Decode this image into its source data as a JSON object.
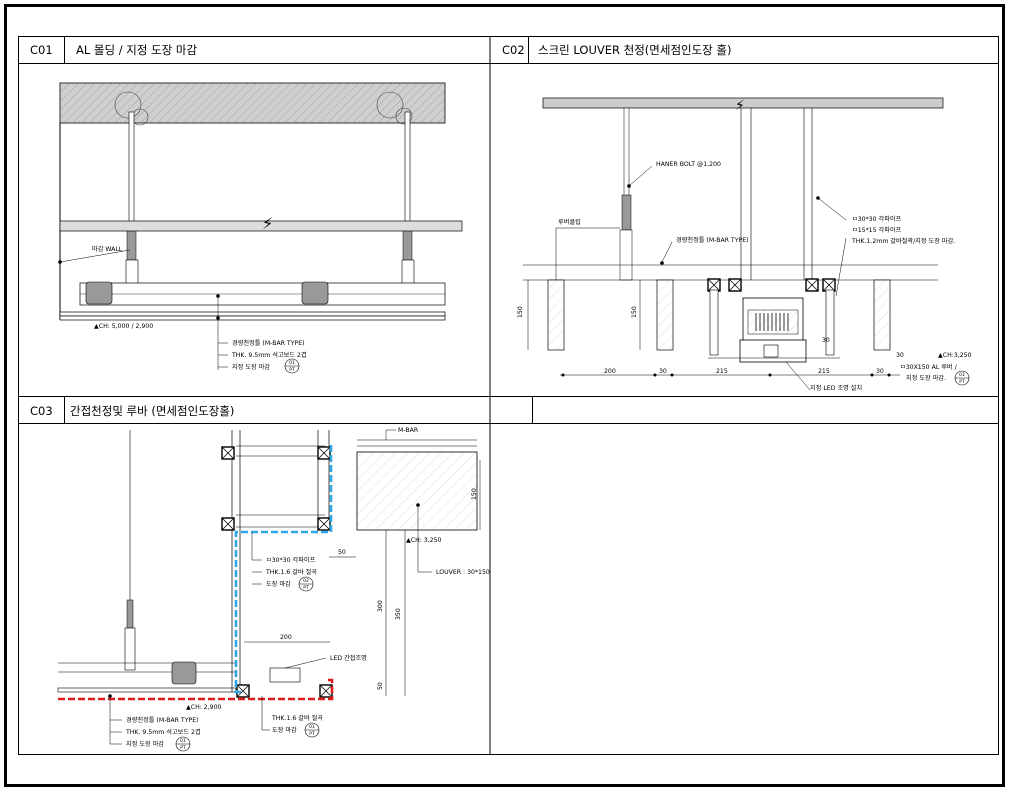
{
  "panels": {
    "c01": {
      "code": "C01",
      "title": "AL 몰딩 / 지정 도장 마감"
    },
    "c02": {
      "code": "C02",
      "title": "스크린 LOUVER 천정(면세점인도장 홀)"
    },
    "c03": {
      "code": "C03",
      "title": "간접천정및 루바 (면세점인도장홀)"
    }
  },
  "c01_labels": {
    "wall": "마감 WALL",
    "ch": "▲CH: 5,000 / 2,900",
    "mbar": "경량천정틀 (M-BAR TYPE)",
    "board": "THK. 9.5mm 석고보드 2겹",
    "paint": "지정 도장 마감",
    "tag_top": "01",
    "tag_bot": "PT"
  },
  "c02_labels": {
    "bolt": "HANER BOLT @1,200",
    "clip": "루버클립",
    "mbar": "경량천정틀 (M-BAR TYPE)",
    "pipe30": "ㅁ30*30 각파이프",
    "pipe15": "ㅁ15*15 각파이프",
    "steel": "THK.1.2mm 갈바철곽/지정 도장 마감.",
    "led": "지정 LED 조명 설치",
    "ch": "▲CH:3,250",
    "louver": "ㅁ30X150 AL 루버 /",
    "paint": "지정 도장 마감.",
    "tag_top": "01",
    "tag_bot": "PT",
    "dims": {
      "h150a": "150",
      "h150b": "150",
      "w200": "200",
      "w30a": "30",
      "w215a": "215",
      "w215b": "215",
      "w30b": "30",
      "w30c": "30",
      "w30d": "30"
    }
  },
  "c03_labels": {
    "mbar_top": "M-BAR",
    "pipe": "ㅁ30*30 각파이프",
    "steel": "THK.1.6 갈바 절곡",
    "paint": "도장 마감",
    "tag2_top": "02",
    "tag2_bot": "PT",
    "ch3250": "▲CH: 3,250",
    "louver": "LOUVER : 30*150",
    "led": "LED 간접조명",
    "ch2900": "▲CH: 2,900",
    "mbar": "경량천정틀 (M-BAR TYPE)",
    "board": "THK. 9.5mm 석고보드 2겹",
    "paint2": "지정 도장 마감",
    "steel2": "THK.1.6 갈바 절곡",
    "paint3": "도장 마감",
    "tag_top": "01",
    "tag_bot": "PT",
    "dims": {
      "d50": "50",
      "d200": "200",
      "d150": "150",
      "d300": "300",
      "d350": "350",
      "d50b": "50"
    }
  }
}
